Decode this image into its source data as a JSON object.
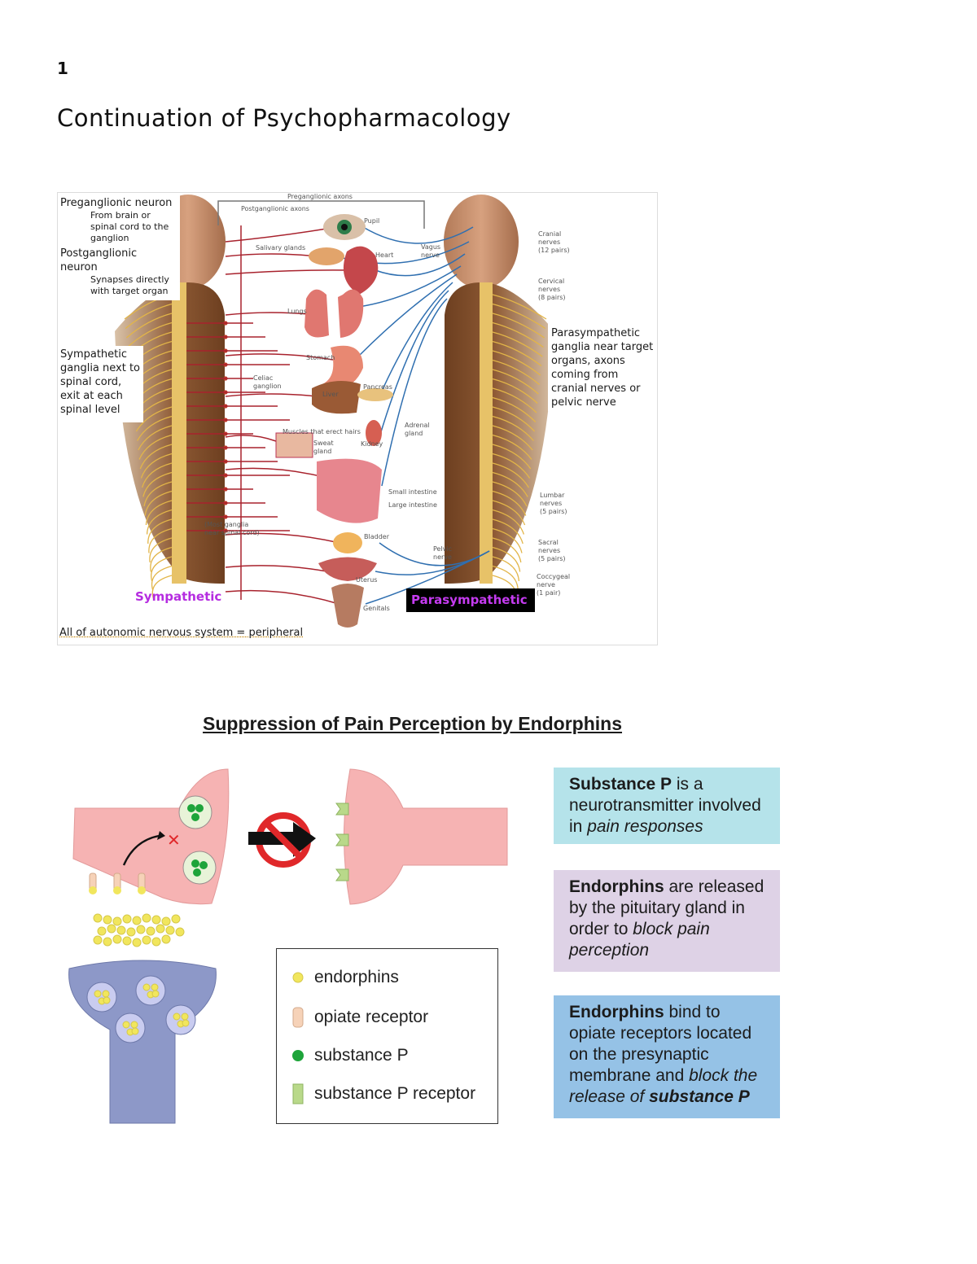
{
  "page": {
    "number": "1",
    "title": "Continuation of Psychopharmacology"
  },
  "ans_figure": {
    "key": {
      "preganglionic_heading": "Preganglionic neuron",
      "preganglionic_desc": [
        "From brain or",
        "spinal cord to the",
        "ganglion"
      ],
      "postganglionic_heading": [
        "Postganglionic",
        "neuron"
      ],
      "postganglionic_desc": [
        "Synapses directly",
        "with target organ"
      ]
    },
    "sympathetic_note": [
      "Sympathetic",
      "ganglia next to",
      "spinal cord,",
      "exit at each",
      "spinal level"
    ],
    "parasympathetic_note": [
      "Parasympathetic",
      "ganglia near target",
      "organs, axons",
      "coming from",
      "cranial nerves or",
      "pelvic nerve"
    ],
    "sympathetic_label": "Sympathetic",
    "parasympathetic_label": "Parasympathetic",
    "footer_note": "All of autonomic nervous system = peripheral",
    "organ_labels": {
      "preganglionic_axons": "Preganglionic axons",
      "postganglionic_axons": "Postganglionic axons",
      "pupil": "Pupil",
      "salivary": "Salivary glands",
      "heart": "Heart",
      "vagus": [
        "Vagus",
        "nerve"
      ],
      "lungs": "Lungs",
      "stomach": "Stomach",
      "celiac": [
        "Celiac",
        "ganglion"
      ],
      "pancreas": "Pancreas",
      "liver": "Liver",
      "muscles": "Muscles that erect hairs",
      "sweat": [
        "Sweat",
        "gland"
      ],
      "kidney": "Kidney",
      "adrenal": [
        "Adrenal",
        "gland"
      ],
      "small_intestine": "Small intestine",
      "large_intestine": "Large intestine",
      "most_ganglia": [
        "(Most ganglia",
        "near spinal cord)"
      ],
      "bladder": "Bladder",
      "pelvic_nerve": [
        "Pelvic",
        "nerve"
      ],
      "uterus": "Uterus",
      "genitals": "Genitals",
      "cranial": [
        "Cranial",
        "nerves",
        "(12 pairs)"
      ],
      "cervical": [
        "Cervical",
        "nerves",
        "(8 pairs)"
      ],
      "lumbar": [
        "Lumbar",
        "nerves",
        "(5 pairs)"
      ],
      "sacral": [
        "Sacral",
        "nerves",
        "(5 pairs)"
      ],
      "coccygeal": [
        "Coccygeal",
        "nerve",
        "(1 pair)"
      ]
    }
  },
  "pain_figure": {
    "title": "Suppression of Pain Perception by Endorphins",
    "legend": [
      {
        "icon": "endorphin-dot-icon",
        "label": "endorphins"
      },
      {
        "icon": "opiate-receptor-icon",
        "label": "opiate receptor"
      },
      {
        "icon": "substance-p-dot-icon",
        "label": "substance P"
      },
      {
        "icon": "substance-p-receptor-icon",
        "label": "substance P receptor"
      }
    ],
    "info_boxes": {
      "box1": {
        "b1": "Substance P",
        "t1": " is a neurotransmitter involved in ",
        "i1": "pain responses"
      },
      "box2": {
        "b1": "Endorphins",
        "t1": " are released by the pituitary gland in order to ",
        "i1": "block pain perception"
      },
      "box3": {
        "b1": "Endorphins",
        "t1": " bind to opiate receptors located on the presynaptic membrane and ",
        "i1": "block the release of ",
        "bi1": "substance P"
      }
    },
    "colors": {
      "box1": "#b5e3ea",
      "box2": "#ded2e6",
      "box3": "#95c2e6",
      "presynaptic": "#f6b3b3",
      "postsynaptic_top": "#f6b3b3",
      "pre_neuron": "#8d98c8",
      "endorphin": "#f1e65d",
      "substance_p": "#1ea43a",
      "receptor": "#f6d2b8",
      "sp_receptor": "#b9d98a"
    }
  }
}
